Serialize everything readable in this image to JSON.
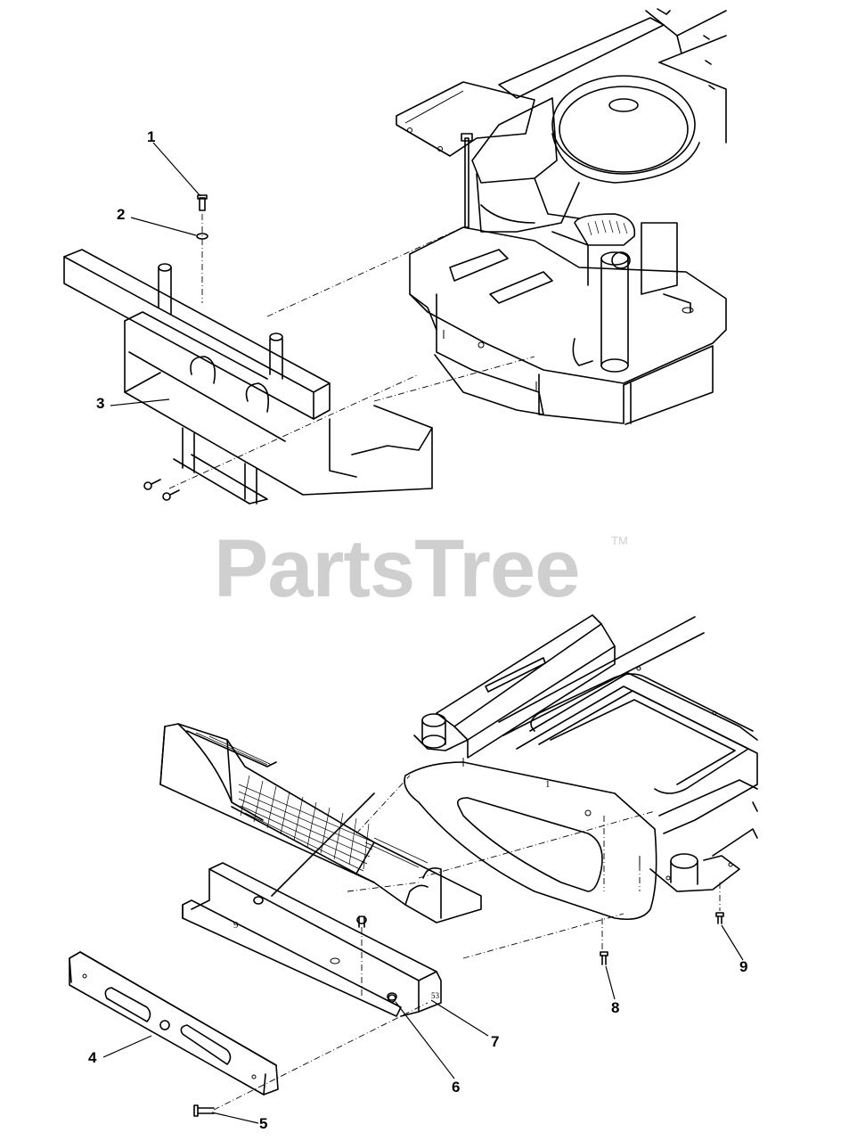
{
  "watermark": {
    "text": "PartsTree",
    "trademark": "TM"
  },
  "callouts": [
    {
      "id": "1",
      "label": "1"
    },
    {
      "id": "2",
      "label": "2"
    },
    {
      "id": "3",
      "label": "3"
    },
    {
      "id": "4",
      "label": "4"
    },
    {
      "id": "5",
      "label": "5"
    },
    {
      "id": "6",
      "label": "6"
    },
    {
      "id": "7",
      "label": "7"
    },
    {
      "id": "8",
      "label": "8"
    },
    {
      "id": "9",
      "label": "9"
    }
  ],
  "colors": {
    "ink": "#000000",
    "paper": "#ffffff",
    "watermark": "#cfcfcf"
  }
}
